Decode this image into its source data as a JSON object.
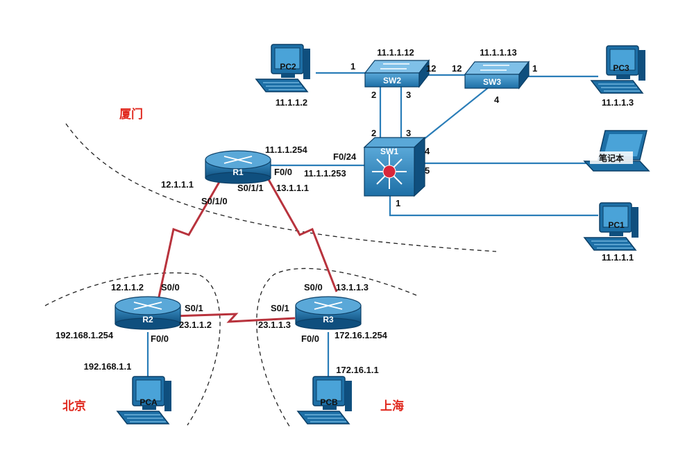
{
  "colors": {
    "lan_link": "#2a7db8",
    "wan_link": "#b8333d",
    "device_fill": "#1d6fa6",
    "device_dark": "#0f4f7e",
    "city_label": "#e0281e",
    "boundary": "#222222"
  },
  "regions": {
    "xiamen": "厦门",
    "beijing": "北京",
    "shanghai": "上海"
  },
  "devices": {
    "pc2": {
      "name": "PC2",
      "ip": "11.1.1.2"
    },
    "pc3": {
      "name": "PC3",
      "ip": "11.1.1.3"
    },
    "pc1": {
      "name": "PC1",
      "ip": "11.1.1.1"
    },
    "laptop": {
      "name": "笔记本"
    },
    "pca": {
      "name": "PCA",
      "ip": "192.168.1.1"
    },
    "pcb": {
      "name": "PCB",
      "ip": "172.16.1.1"
    },
    "sw2": {
      "name": "SW2",
      "ip": "11.1.1.12"
    },
    "sw3": {
      "name": "SW3",
      "ip": "11.1.1.13"
    },
    "sw1": {
      "name": "SW1"
    },
    "r1": {
      "name": "R1"
    },
    "r2": {
      "name": "R2"
    },
    "r3": {
      "name": "R3"
    }
  },
  "ports": {
    "sw2_p1": "1",
    "sw2_p12": "12",
    "sw3_p12": "12",
    "sw3_p1": "1",
    "sw2_p2": "2",
    "sw2_p3": "3",
    "sw3_p4": "4",
    "sw1_p2": "2",
    "sw1_p3": "3",
    "sw1_p4": "4",
    "sw1_p5": "5",
    "sw1_p1": "1",
    "sw1_f024": "F0/24",
    "r1_f00": "F0/0",
    "r1_s010": "S0/1/0",
    "r1_s011": "S0/1/1",
    "r2_s00": "S0/0",
    "r2_s01": "S0/1",
    "r2_f00": "F0/0",
    "r3_s00": "S0/0",
    "r3_s01": "S0/1",
    "r3_f00": "F0/0"
  },
  "addresses": {
    "r1_lan": "11.1.1.254",
    "sw1_vlan": "11.1.1.253",
    "r1_to_r2": "12.1.1.1",
    "r1_to_r3": "13.1.1.1",
    "r2_to_r1": "12.1.1.2",
    "r3_to_r1": "13.1.1.3",
    "r2_to_r3": "23.1.1.2",
    "r3_to_r2": "23.1.1.3",
    "r2_lan": "192.168.1.254",
    "r3_lan": "172.16.1.254"
  }
}
